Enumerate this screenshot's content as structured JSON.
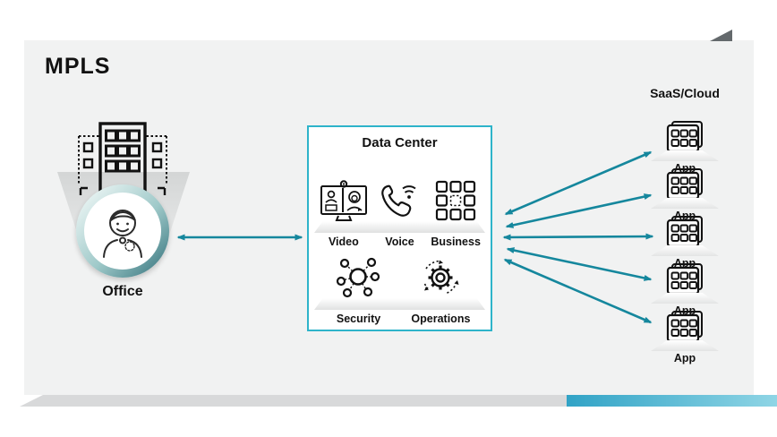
{
  "page": {
    "title": "MPLS"
  },
  "office": {
    "label": "Office",
    "icons": [
      "office-building-icon",
      "person-avatar-icon"
    ]
  },
  "data_center": {
    "title": "Data Center",
    "services": [
      {
        "label": "Video",
        "icon": "video-conference-icon"
      },
      {
        "label": "Voice",
        "icon": "voice-call-icon"
      },
      {
        "label": "Business",
        "icon": "business-apps-grid-icon"
      },
      {
        "label": "Security",
        "icon": "security-network-icon"
      },
      {
        "label": "Operations",
        "icon": "operations-gear-icon"
      }
    ]
  },
  "saas": {
    "title": "SaaS/Cloud",
    "apps": [
      {
        "label": "App",
        "icon": "app-keypad-icon"
      },
      {
        "label": "App",
        "icon": "app-keypad-icon"
      },
      {
        "label": "App",
        "icon": "app-keypad-icon"
      },
      {
        "label": "App",
        "icon": "app-keypad-icon"
      },
      {
        "label": "App",
        "icon": "app-keypad-icon"
      }
    ]
  },
  "connections": {
    "office_to_data_center": "bidirectional",
    "data_center_to_apps": "bidirectional",
    "app_link_count": 5
  },
  "colors": {
    "panel_background": "#f1f2f2",
    "arrow_teal": "#15879d",
    "data_center_border": "#2eb4ca",
    "accent_bar_start": "#31a3c6",
    "accent_bar_end": "#8fd5e5",
    "bottom_gray_bar": "#d8d9da",
    "corner_triangle": "#64696c",
    "text": "#121212"
  }
}
